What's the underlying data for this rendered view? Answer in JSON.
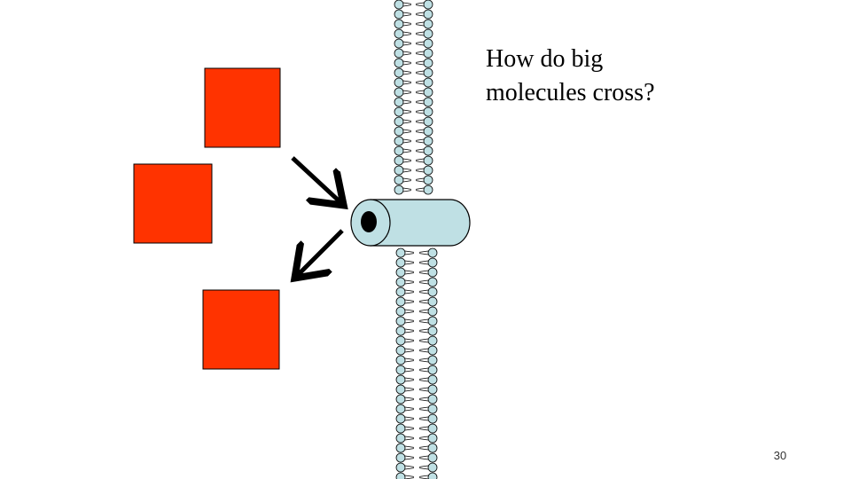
{
  "slide": {
    "title_line1": "How do big",
    "title_line2": "molecules  cross?",
    "number": "30"
  },
  "colors": {
    "molecule": "#ff3300",
    "membrane_head": "#bfe0e4",
    "channel": "#bfe0e4",
    "outline": "#000000"
  },
  "diagram": {
    "molecules": [
      "molecule-outside-top",
      "molecule-outside-middle",
      "molecule-inside-bottom"
    ],
    "arrows": [
      "arrow-into-channel",
      "arrow-out-of-channel"
    ],
    "icons": {
      "membrane": "lipid-bilayer-icon",
      "channel": "protein-channel-icon"
    }
  }
}
